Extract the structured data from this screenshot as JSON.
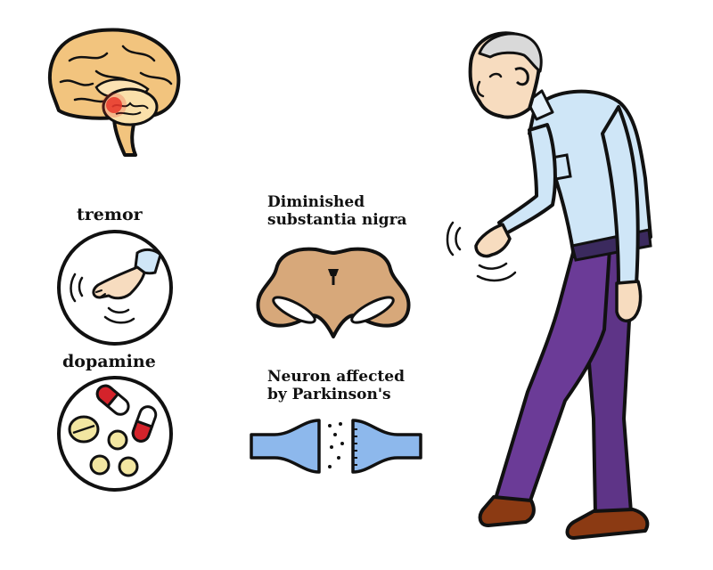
{
  "labels": {
    "tremor": "tremor",
    "dopamine": "dopamine",
    "nigra_line1": "Diminished",
    "nigra_line2": "substantia nigra",
    "neuron_line1": "Neuron affected",
    "neuron_line2": "by Parkinson's"
  },
  "icons": {
    "brain": "brain-icon",
    "tremor_hand": "tremor-hand-icon",
    "pills": "pills-icon",
    "midbrain": "midbrain-cross-section-icon",
    "synapse": "synapse-icon",
    "person": "elderly-man-figure"
  },
  "colors": {
    "outline": "#111111",
    "brain": "#f2c47e",
    "brain_highlight": "#e8372a",
    "midbrain": "#d7a87a",
    "neuron": "#8db8ec",
    "shirt": "#cfe6f7",
    "pants": "#5e3487",
    "shoes": "#8b3a13",
    "skin": "#f7dcbf",
    "hair": "#d9d9d9",
    "pill_red": "#d4232b",
    "pill_yellow": "#f2e6a1"
  }
}
